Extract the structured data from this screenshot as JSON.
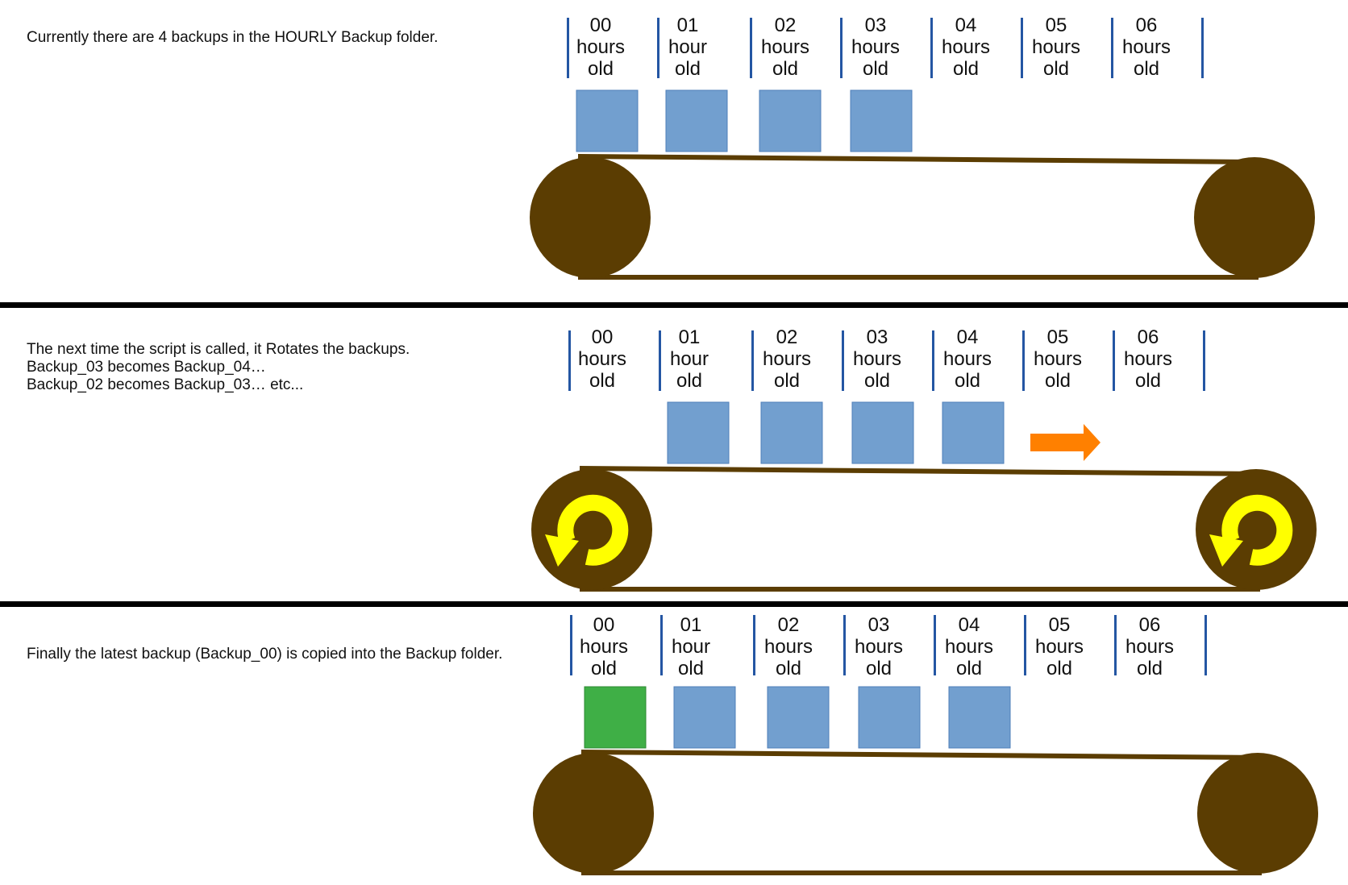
{
  "colors": {
    "backup_box": "#729fcf",
    "backup_box_new": "#3faf46",
    "wheel": "#5b3d02",
    "belt": "#5b3d02",
    "divider": "#2456a3",
    "rotate_arrow": "#ffff00",
    "move_arrow": "#ff8000"
  },
  "slot_labels": [
    [
      "00",
      "hours",
      "old"
    ],
    [
      "01",
      "hour",
      "old"
    ],
    [
      "02",
      "hours",
      "old"
    ],
    [
      "03",
      "hours",
      "old"
    ],
    [
      "04",
      "hours",
      "old"
    ],
    [
      "05",
      "hours",
      "old"
    ],
    [
      "06",
      "hours",
      "old"
    ]
  ],
  "panels": [
    {
      "caption": [
        "Currently there are 4 backups in the HOURLY Backup folder."
      ],
      "boxes": [
        "blue",
        "blue",
        "blue",
        "blue"
      ],
      "box_slots": [
        0,
        1,
        2,
        3
      ],
      "rotating": false,
      "move_arrow": false
    },
    {
      "caption": [
        "The next time the script is called, it Rotates the backups.",
        "Backup_03 becomes Backup_04…",
        "Backup_02 becomes Backup_03… etc..."
      ],
      "boxes": [
        "blue",
        "blue",
        "blue",
        "blue"
      ],
      "box_slots": [
        1,
        2,
        3,
        4
      ],
      "rotating": true,
      "move_arrow": true
    },
    {
      "caption": [
        "Finally the latest backup (Backup_00) is copied into the Backup folder."
      ],
      "boxes": [
        "green",
        "blue",
        "blue",
        "blue",
        "blue"
      ],
      "box_slots": [
        0,
        1,
        2,
        3,
        4
      ],
      "rotating": false,
      "move_arrow": false
    }
  ]
}
